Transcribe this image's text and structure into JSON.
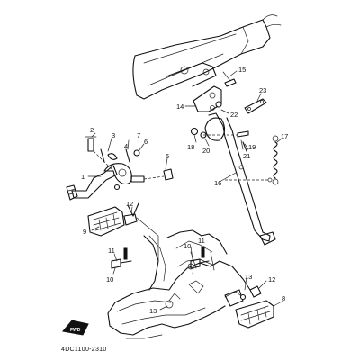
{
  "diagram": {
    "part_numbers": [
      "1",
      "2",
      "3",
      "4",
      "5",
      "6",
      "7",
      "8",
      "9",
      "10",
      "11",
      "12",
      "13",
      "14",
      "15",
      "16",
      "17",
      "18",
      "19",
      "20",
      "21",
      "22",
      "23"
    ],
    "callouts": {
      "c1": "1",
      "c2": "2",
      "c3": "3",
      "c4": "4",
      "c5": "5",
      "c6": "6",
      "c7": "7",
      "c8": "8",
      "c9": "9",
      "c10a": "10",
      "c10b": "10",
      "c11a": "11",
      "c11b": "11",
      "c12a": "12",
      "c12b": "12",
      "c13a": "13",
      "c13b": "13",
      "c14": "14",
      "c15": "15",
      "c16": "16",
      "c17": "17",
      "c18": "18",
      "c19": "19",
      "c20": "20",
      "c21": "21",
      "c22": "22",
      "c23": "23"
    },
    "fwd_label": "FWD",
    "figure_code": "4DC1100-2310"
  }
}
